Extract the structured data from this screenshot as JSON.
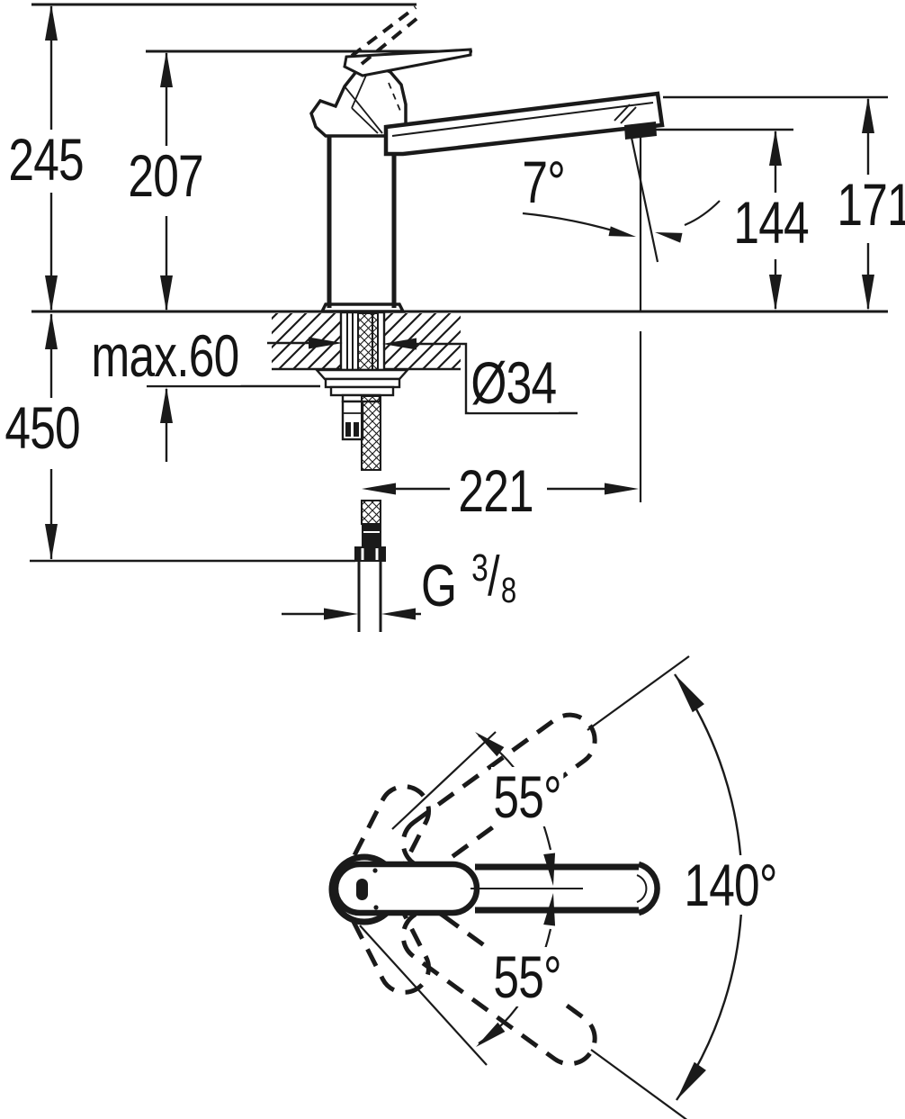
{
  "meta": {
    "drawing_type": "kitchen faucet installation dimension drawing",
    "background_color": "#ffffff",
    "ink_color": "#1a1a1a"
  },
  "installation_view": {
    "name": "side elevation with installation dimensions",
    "dimensions": {
      "overall_height": "245",
      "height_to_spout_top_line": "207",
      "spout_top_height": "171",
      "outlet_height": "144",
      "outlet_angle": "7°",
      "max_deck_thickness": "max.60",
      "hole_diameter": "Ø34",
      "hose_length_below_deck": "450",
      "spout_reach": "221",
      "thread": {
        "letter": "G",
        "numerator": "3",
        "slash": "/",
        "denominator": "8"
      }
    }
  },
  "top_view": {
    "name": "plan view with swivel range",
    "dimensions": {
      "swivel_upper": "55°",
      "swivel_lower": "55°",
      "total_swivel": "140°"
    }
  }
}
